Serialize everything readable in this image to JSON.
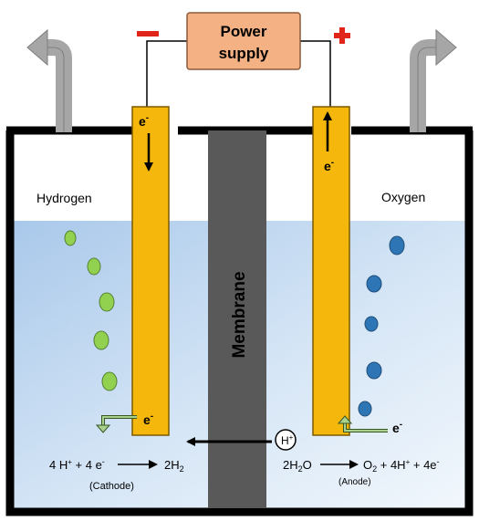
{
  "power_supply": {
    "line1": "Power",
    "line2": "supply",
    "fill": "#f4b183",
    "stroke": "#8c5a3a"
  },
  "terminals": {
    "negative": "–",
    "positive": "+"
  },
  "gases": {
    "left": "Hydrogen",
    "right": "Oxygen"
  },
  "membrane": {
    "label": "Membrane",
    "fill": "#595959"
  },
  "electrons": {
    "cathode_top": "e",
    "anode_top": "e",
    "cathode_bottom": "e",
    "anode_bottom": "e",
    "sup": "-"
  },
  "proton": {
    "symbol": "H",
    "sup": "+"
  },
  "cathode_reaction": {
    "lhs_a": "4 H",
    "lhs_sup1": "+",
    "lhs_b": " + 4 e",
    "lhs_sup2": "-",
    "rhs": "2H",
    "rhs_sub": "2",
    "label": "(Cathode)"
  },
  "anode_reaction": {
    "lhs": "2H",
    "lhs_sub": "2",
    "lhs_tail": "O",
    "rhs_a": "O",
    "rhs_sub": "2",
    "rhs_b": " + 4H",
    "rhs_sup1": "+",
    "rhs_c": " + 4e",
    "rhs_sup2": "-",
    "label": "(Anode)"
  },
  "colors": {
    "electrode": "#f5b70b",
    "electrode_stroke": "#7a5a00",
    "electrolyte": "#c9ddf2",
    "hydrogen_bubble": "#92d050",
    "oxygen_bubble": "#2e75b6",
    "negative": "#e0261b",
    "positive": "#e0261b",
    "gas_arrow": "#a6a6a6"
  }
}
